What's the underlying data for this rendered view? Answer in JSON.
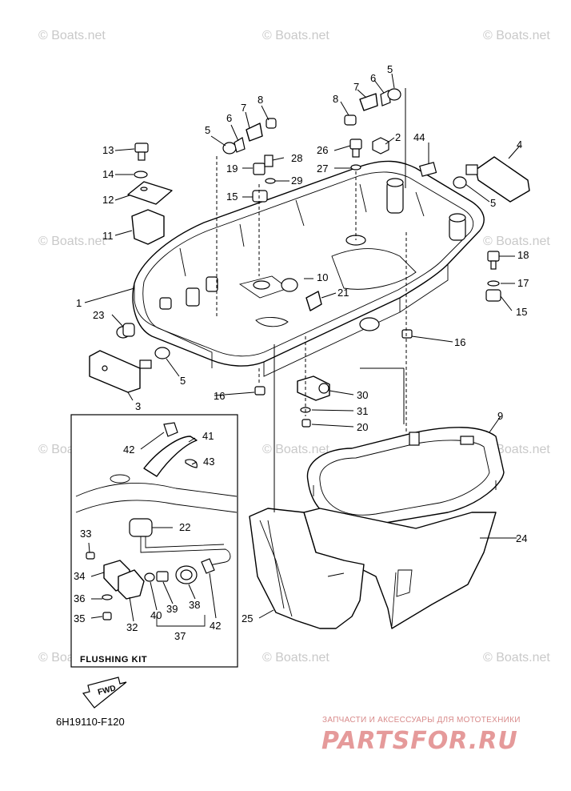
{
  "watermark": "© Boats.net",
  "diagram_code": "6H19110-F120",
  "kit_title": "FLUSHING  KIT",
  "fwd_label": "FWD",
  "branding": {
    "tagline": "ЗАПЧАСТИ И АКСЕССУАРЫ ДЛЯ МОТОТЕХНИКИ",
    "name": "PARTSFOR.RU"
  },
  "callouts": [
    "1",
    "2",
    "3",
    "4",
    "5",
    "6",
    "7",
    "8",
    "9",
    "10",
    "11",
    "12",
    "13",
    "14",
    "15",
    "16",
    "17",
    "18",
    "19",
    "20",
    "21",
    "22",
    "23",
    "24",
    "25",
    "26",
    "27",
    "28",
    "29",
    "30",
    "31",
    "32",
    "33",
    "34",
    "35",
    "36",
    "37",
    "38",
    "39",
    "40",
    "41",
    "42",
    "43",
    "44"
  ]
}
